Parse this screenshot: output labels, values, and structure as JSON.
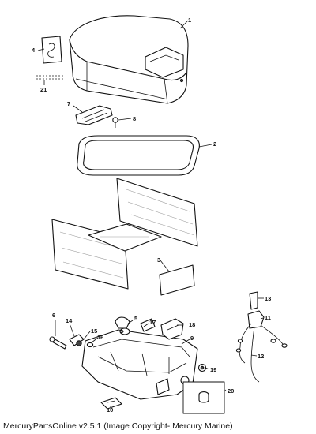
{
  "diagram": {
    "callouts": {
      "p1": "1",
      "p2": "2",
      "p3": "3",
      "p4": "4",
      "p5": "5",
      "p6": "6",
      "p7": "7",
      "p8": "8",
      "p9": "9",
      "p10": "10",
      "p11": "11",
      "p12": "12",
      "p13": "13",
      "p14": "14",
      "p15": "15",
      "p16": "16",
      "p17": "17",
      "p18": "18",
      "p19": "19",
      "p20": "20",
      "p21": "21"
    }
  },
  "footer": {
    "caption": "MercuryPartsOnline v2.5.1 (Image Copyright- Mercury Marine)"
  }
}
